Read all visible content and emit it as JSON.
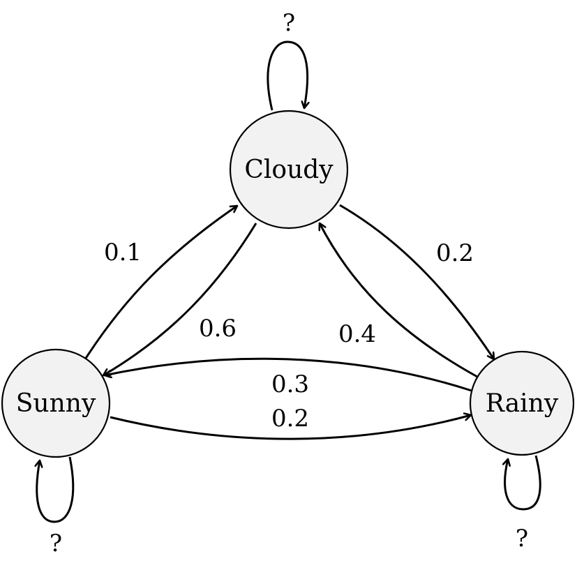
{
  "nodes": [
    {
      "id": "cloudy",
      "label": "Cloudy"
    },
    {
      "id": "sunny",
      "label": "Sunny"
    },
    {
      "id": "rainy",
      "label": "Rainy"
    }
  ],
  "edges": [
    {
      "id": "cloudy-self",
      "from": "cloudy",
      "to": "cloudy",
      "label": "?"
    },
    {
      "id": "sunny-self",
      "from": "sunny",
      "to": "sunny",
      "label": "?"
    },
    {
      "id": "rainy-self",
      "from": "rainy",
      "to": "rainy",
      "label": "?"
    },
    {
      "id": "sunny-to-cloudy",
      "from": "sunny",
      "to": "cloudy",
      "label": "0.1"
    },
    {
      "id": "cloudy-to-sunny",
      "from": "cloudy",
      "to": "sunny",
      "label": "0.6"
    },
    {
      "id": "cloudy-to-rainy",
      "from": "cloudy",
      "to": "rainy",
      "label": "0.2"
    },
    {
      "id": "rainy-to-cloudy",
      "from": "rainy",
      "to": "cloudy",
      "label": "0.4"
    },
    {
      "id": "rainy-to-sunny",
      "from": "rainy",
      "to": "sunny",
      "label": "0.3"
    },
    {
      "id": "sunny-to-rainy",
      "from": "sunny",
      "to": "rainy",
      "label": "0.2"
    }
  ]
}
